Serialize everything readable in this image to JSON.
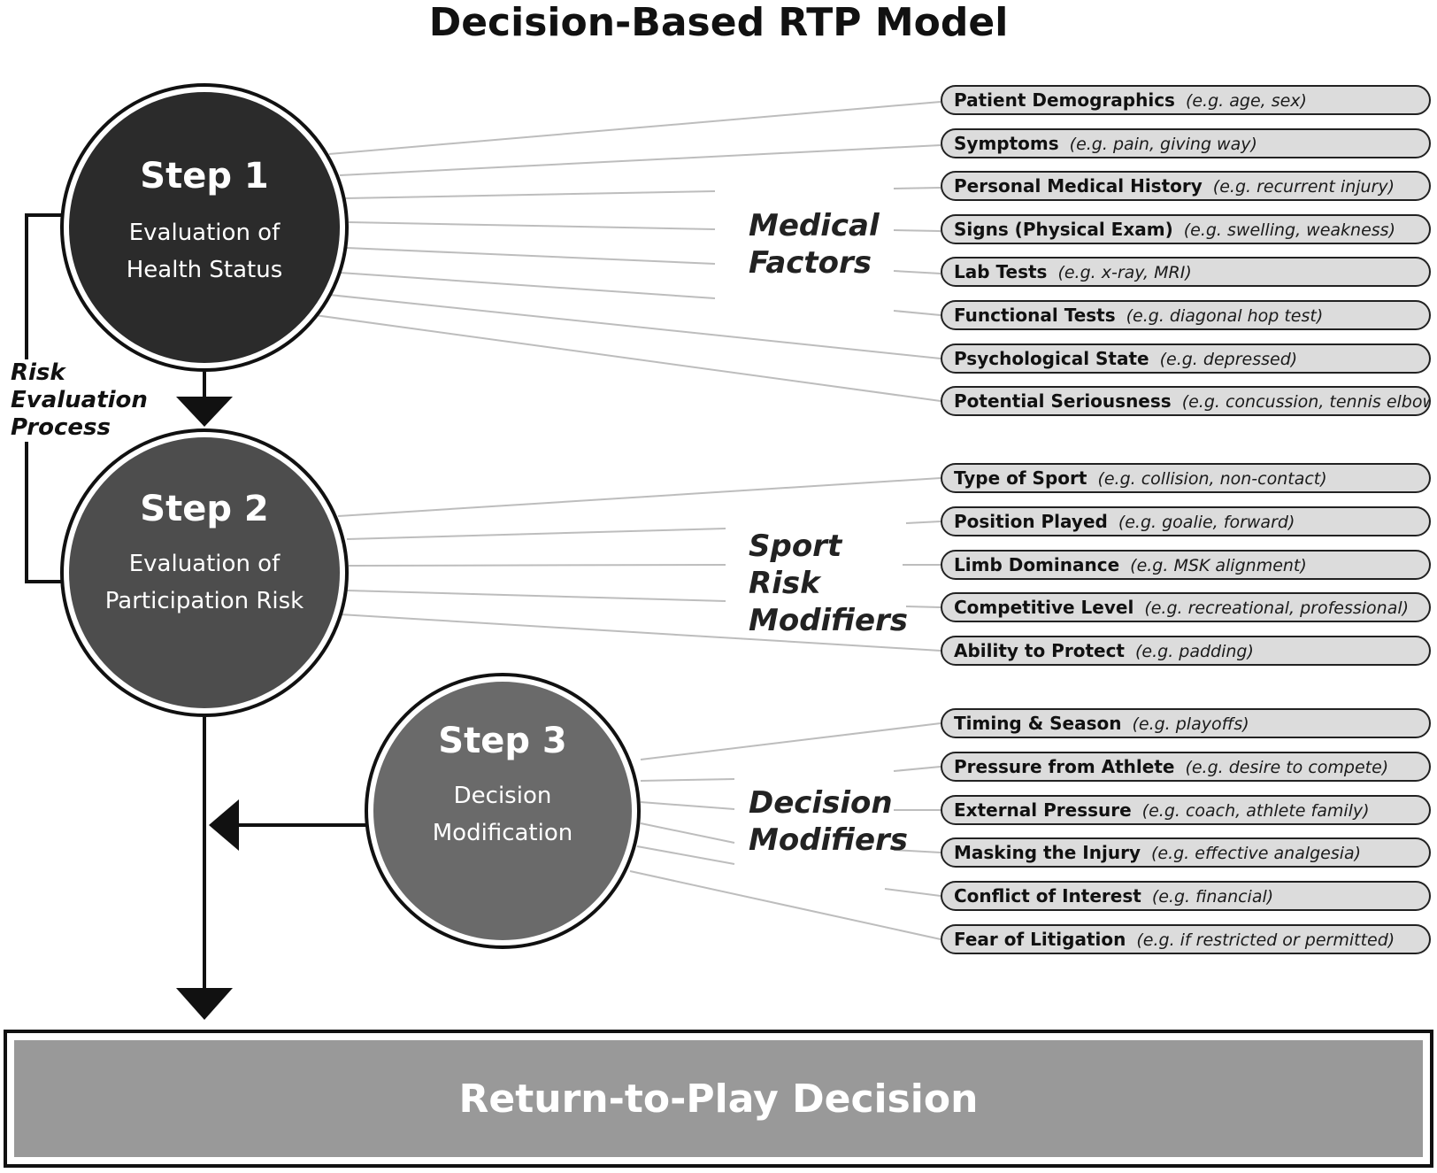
{
  "title": "Decision-Based RTP Model",
  "steps": [
    {
      "label": "Step 1",
      "desc": "Evaluation of Health Status"
    },
    {
      "label": "Step 2",
      "desc": "Evaluation of Participation Risk"
    },
    {
      "label": "Step 3",
      "desc": "Decision Modification"
    }
  ],
  "side_label": "Risk Evaluation Process",
  "groups": {
    "medical": {
      "label": "Medical Factors",
      "items": [
        {
          "name": "Patient Demographics",
          "example": "(e.g. age, sex)"
        },
        {
          "name": "Symptoms",
          "example": "(e.g. pain, giving way)"
        },
        {
          "name": "Personal Medical History",
          "example": "(e.g. recurrent injury)"
        },
        {
          "name": "Signs (Physical Exam)",
          "example": "(e.g. swelling, weakness)"
        },
        {
          "name": "Lab Tests",
          "example": "(e.g. x-ray, MRI)"
        },
        {
          "name": "Functional Tests",
          "example": "(e.g. diagonal hop test)"
        },
        {
          "name": "Psychological State",
          "example": "(e.g. depressed)"
        },
        {
          "name": "Potential Seriousness",
          "example": "(e.g. concussion, tennis elbow)"
        }
      ]
    },
    "sport": {
      "label": "Sport Risk Modifiers",
      "items": [
        {
          "name": "Type of Sport",
          "example": "(e.g. collision, non-contact)"
        },
        {
          "name": "Position Played",
          "example": "(e.g. goalie, forward)"
        },
        {
          "name": "Limb Dominance",
          "example": "(e.g. MSK alignment)"
        },
        {
          "name": "Competitive Level",
          "example": "(e.g. recreational, professional)"
        },
        {
          "name": "Ability to Protect",
          "example": "(e.g. padding)"
        }
      ]
    },
    "decision": {
      "label": "Decision Modifiers",
      "items": [
        {
          "name": "Timing & Season",
          "example": "(e.g. playoffs)"
        },
        {
          "name": "Pressure from Athlete",
          "example": "(e.g. desire to compete)"
        },
        {
          "name": "External Pressure",
          "example": "(e.g. coach, athlete family)"
        },
        {
          "name": "Masking the Injury",
          "example": "(e.g. effective analgesia)"
        },
        {
          "name": "Conflict of Interest",
          "example": "(e.g. financial)"
        },
        {
          "name": "Fear of Litigation",
          "example": "(e.g. if restricted or permitted)"
        }
      ]
    }
  },
  "outcome": "Return-to-Play Decision",
  "colors": {
    "step1": "#2b2b2b",
    "step2": "#4d4d4d",
    "step3": "#6a6a6a",
    "pill_fill": "#dcdcdc",
    "outcome_fill": "#999999",
    "connector": "#bbbbbb"
  }
}
